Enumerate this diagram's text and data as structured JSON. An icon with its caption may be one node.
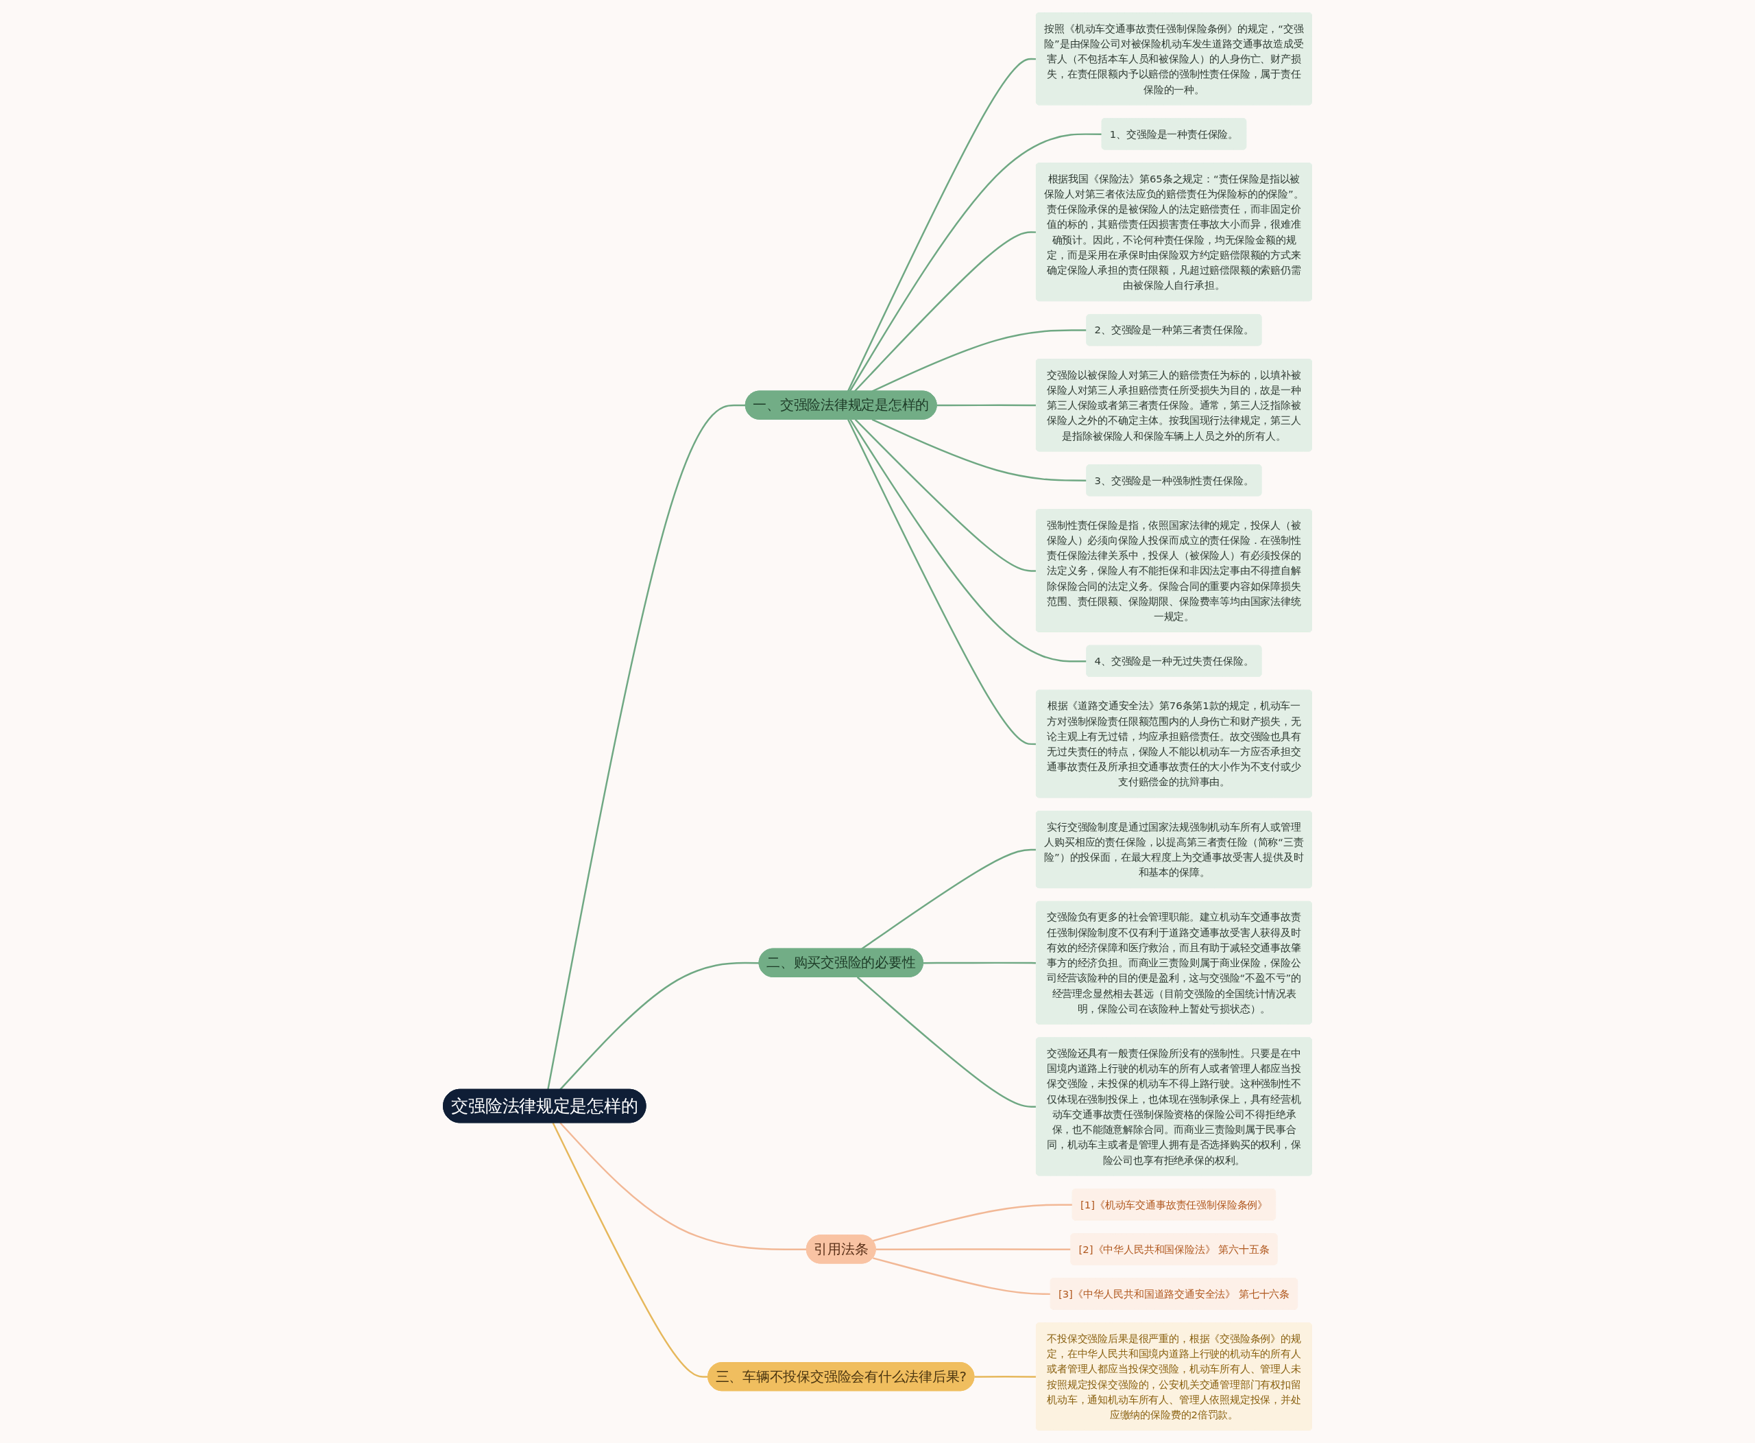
{
  "diagram": {
    "nodes": [
      {
        "text": [
          "交强险法律规定是怎样的"
        ]
      },
      {
        "text": [
          "一、交强险法律规定是怎样的"
        ]
      },
      {
        "text": [
          "按照《机动车交通事故责任强制保险条例》的规定，“交强险”是由保险公司对被保险机动车发生道路交通事故造成受害人（不包括本车人员和被保险人）的人身伤亡、财产损失，在责任限额内予以赔偿的强制性责任保险，属于责任保险的一种。"
        ]
      },
      {
        "text": [
          "1、交强险是一种责任保险。"
        ]
      },
      {
        "text": [
          "根据我国《保险法》第65条之规定：“责任保险是指以被保险人对第三者依法应负的赔偿责任为保险标的的保险”。责任保险承保的是被保险人的法定赔偿责任，而非固定价值的标的，其赔偿责任因损害责任事故大小而异，很难准确预计。因此，不论何种责任保险，均无保险金额的规定，而是采用在承保时由保险双方约定赔偿限额的方式来确定保险人承担的责任限额，凡超过赔偿限额的索赔仍需由被保险人自行承担。"
        ]
      },
      {
        "text": [
          "2、交强险是一种第三者责任保险。"
        ]
      },
      {
        "text": [
          "交强险以被保险人对第三人的赔偿责任为标的，以填补被保险人对第三人承担赔偿责任所受损失为目的，故是一种第三人保险或者第三者责任保险。通常，第三人泛指除被保险人之外的不确定主体。按我国现行法律规定，第三人是指除被保险人和保险车辆上人员之外的所有人。"
        ]
      },
      {
        "text": [
          "3、交强险是一种强制性责任保险。"
        ]
      },
      {
        "text": [
          "强制性责任保险是指，依照国家法律的规定，投保人（被保险人）必须向保险人投保而成立的责任保险．在强制性责任保险法律关系中，投保人（被保险人）有必须投保的法定义务，保险人有不能拒保和非因法定事由不得擅自解除保险合同的法定义务。保险合同的重要内容如保障损失范围、责任限额、保险期限、保险费率等均由国家法律统一规定。"
        ]
      },
      {
        "text": [
          "4、交强险是一种无过失责任保险。"
        ]
      },
      {
        "text": [
          "根据《道路交通安全法》第76条第1款的规定，机动车一方对强制保险责任限额范围内的人身伤亡和财产损失，无论主观上有无过错，均应承担赔偿责任。故交强险也具有无过失责任的特点，保险人不能以机动车一方应否承担交通事故责任及所承担交通事故责任的大小作为不支付或少支付赔偿金的抗辩事由。"
        ]
      },
      {
        "text": [
          "二、购买交强险的必要性"
        ]
      },
      {
        "text": [
          "实行交强险制度是通过国家法规强制机动车所有人或管理人购买相应的责任保险，以提高第三者责任险（简称“三责险”）的投保面，在最大程度上为交通事故受害人提供及时和基本的保障。"
        ]
      },
      {
        "text": [
          "交强险负有更多的社会管理职能。建立机动车交通事故责任强制保险制度不仅有利于道路交通事故受害人获得及时有效的经济保障和医疗救治，而且有助于减轻交通事故肇事方的经济负担。而商业三责险则属于商业保险，保险公司经营该险种的目的便是盈利，这与交强险“不盈不亏”的经营理念显然相去甚远（目前交强险的全国统计情况表明，保险公司在该险种上暂处亏损状态）。"
        ]
      },
      {
        "text": [
          "交强险还具有一般责任保险所没有的强制性。只要是在中国境内道路上行驶的机动车的所有人或者管理人都应当投保交强险，未投保的机动车不得上路行驶。这种强制性不仅体现在强制投保上，也体现在强制承保上，具有经营机动车交通事故责任强制保险资格的保险公司不得拒绝承保，也不能随意解除合同。而商业三责险则属于民事合同，机动车主或者是管理人拥有是否选择购买的权利，保险公司也享有拒绝承保的权利。"
        ]
      },
      {
        "text": [
          "引用法条"
        ]
      },
      {
        "text": [
          "[1]《机动车交通事故责任强制保险条例》"
        ]
      },
      {
        "text": [
          "[2]《中华人民共和国保险法》 第六十五条"
        ]
      },
      {
        "text": [
          "[3]《中华人民共和国道路交通安全法》 第七十六条"
        ]
      },
      {
        "text": [
          "三、车辆不投保交强险会有什么法律后果?"
        ]
      },
      {
        "text": [
          "不投保交强险后果是很严重的，根据《交强险条例》的规定，在中华人民共和国境内道路上行驶的机动车的所有人或者管理人都应当投保交强险，机动车所有人、管理人未按照规定投保交强险的，公安机关交通管理部门有权扣留机动车，通知机动车所有人、管理人依照规定投保，并处应缴纳的保险费的2倍罚款。"
        ]
      }
    ],
    "edges": [
      {
        "from": 0,
        "to": 1,
        "arrow": "none"
      },
      {
        "from": 1,
        "to": 2,
        "arrow": "none"
      },
      {
        "from": 1,
        "to": 3,
        "arrow": "none"
      },
      {
        "from": 1,
        "to": 4,
        "arrow": "none"
      },
      {
        "from": 1,
        "to": 5,
        "arrow": "none"
      },
      {
        "from": 1,
        "to": 6,
        "arrow": "none"
      },
      {
        "from": 1,
        "to": 7,
        "arrow": "none"
      },
      {
        "from": 1,
        "to": 8,
        "arrow": "none"
      },
      {
        "from": 1,
        "to": 9,
        "arrow": "none"
      },
      {
        "from": 1,
        "to": 10,
        "arrow": "none"
      },
      {
        "from": 0,
        "to": 11,
        "arrow": "none"
      },
      {
        "from": 11,
        "to": 12,
        "arrow": "none"
      },
      {
        "from": 11,
        "to": 13,
        "arrow": "none"
      },
      {
        "from": 11,
        "to": 14,
        "arrow": "none"
      },
      {
        "from": 0,
        "to": 15,
        "arrow": "none",
        "color": "#f2b896"
      },
      {
        "from": 15,
        "to": 16,
        "arrow": "none",
        "color": "#f2b896"
      },
      {
        "from": 15,
        "to": 17,
        "arrow": "none",
        "color": "#f2b896"
      },
      {
        "from": 15,
        "to": 18,
        "arrow": "none",
        "color": "#f2b896"
      },
      {
        "from": 0,
        "to": 19,
        "arrow": "none",
        "color": "#e6b85c"
      },
      {
        "from": 19,
        "to": 20,
        "arrow": "none",
        "color": "#e6b85c"
      }
    ]
  }
}
